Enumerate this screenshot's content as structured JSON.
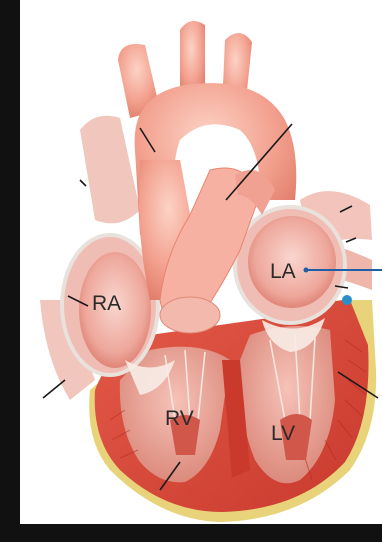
{
  "labels": {
    "right_atrium": "RA",
    "left_atrium": "LA",
    "right_ventricle": "RV",
    "left_ventricle": "LV"
  },
  "colors": {
    "frame": "#111111",
    "vessel": "#f4a08f",
    "chamber_interior": "#f2b8b0",
    "myocardium": "#d8493c",
    "fat": "#e9d37a",
    "pointer_line": "#1f5fa8",
    "leader_lines": "#1a1a1a"
  }
}
